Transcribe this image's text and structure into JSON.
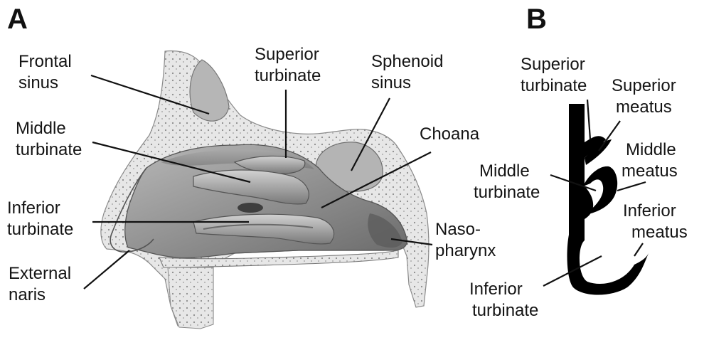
{
  "panels": {
    "a": {
      "letter": "A",
      "labels": {
        "frontal_sinus": [
          "Frontal",
          "sinus"
        ],
        "superior_turbinate": [
          "Superior",
          "turbinate"
        ],
        "sphenoid_sinus": [
          "Sphenoid",
          "sinus"
        ],
        "middle_turbinate": [
          "Middle",
          "turbinate"
        ],
        "choana": [
          "Choana"
        ],
        "inferior_turbinate": [
          "Inferior",
          "turbinate"
        ],
        "nasopharynx": [
          "Naso-",
          "pharynx"
        ],
        "external_naris": [
          "External",
          "naris"
        ]
      }
    },
    "b": {
      "letter": "B",
      "labels": {
        "superior_turbinate": [
          "Superior",
          "turbinate"
        ],
        "superior_meatus": [
          "Superior",
          "meatus"
        ],
        "middle_turbinate": [
          "Middle",
          "turbinate"
        ],
        "middle_meatus": [
          "Middle",
          "meatus"
        ],
        "inferior_meatus": [
          "Inferior",
          "meatus"
        ],
        "inferior_turbinate": [
          "Inferior",
          "turbinate"
        ]
      }
    }
  },
  "colors": {
    "ink": "#111111",
    "tissue": "#9a9a9a",
    "tissue_dark": "#5c5c5c",
    "bone": "#e4e4e4",
    "cavity": "#c9c9c9"
  }
}
